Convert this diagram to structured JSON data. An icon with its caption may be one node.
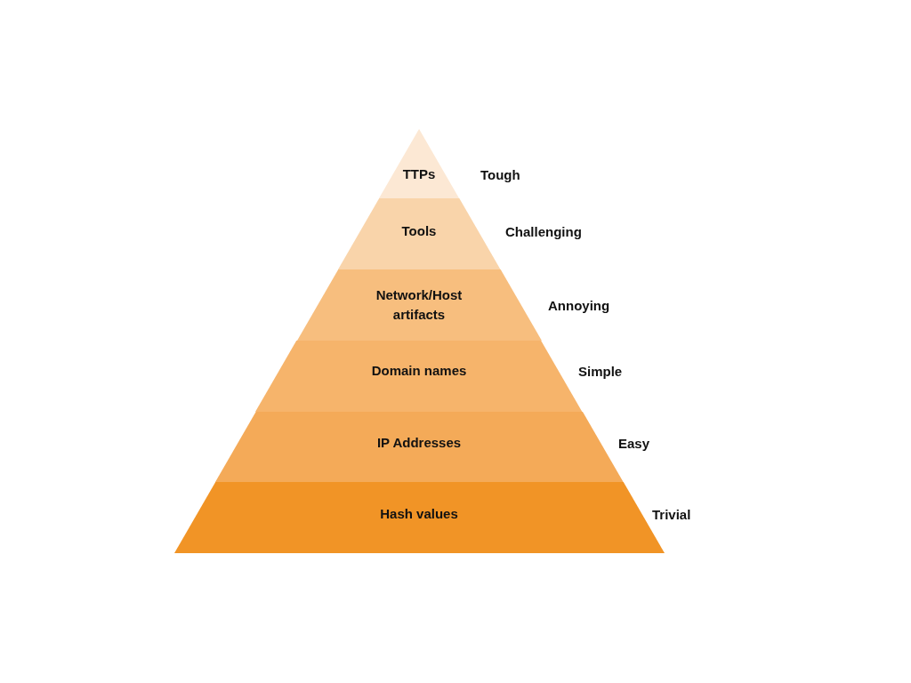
{
  "diagram": {
    "nodes": [
      {
        "text": [
          "TTPs"
        ],
        "beside": [
          "Tough"
        ]
      },
      {
        "text": [
          "Tools"
        ],
        "beside": [
          "Challenging"
        ]
      },
      {
        "text": [
          "Network/Host artifacts"
        ],
        "beside": [
          "Annoying"
        ]
      },
      {
        "text": [
          "Domain names"
        ],
        "beside": [
          "Simple"
        ]
      },
      {
        "text": [
          "IP Addresses"
        ],
        "beside": [
          "Easy"
        ]
      },
      {
        "text": [
          "Hash values"
        ],
        "beside": [
          "Trivial"
        ]
      }
    ]
  }
}
